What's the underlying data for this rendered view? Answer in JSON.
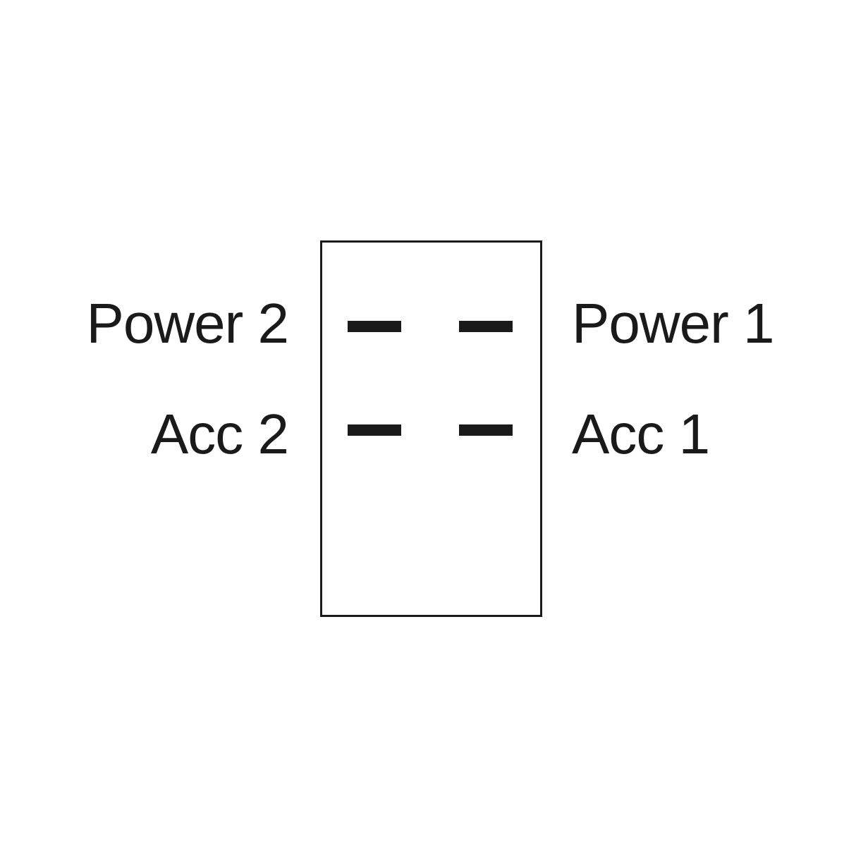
{
  "diagram": {
    "labels": {
      "power_left": "Power 2",
      "power_right": "Power 1",
      "acc_left": "Acc 2",
      "acc_right": "Acc 1"
    },
    "colors": {
      "ink": "#1a1a1a",
      "background": "#ffffff"
    }
  }
}
